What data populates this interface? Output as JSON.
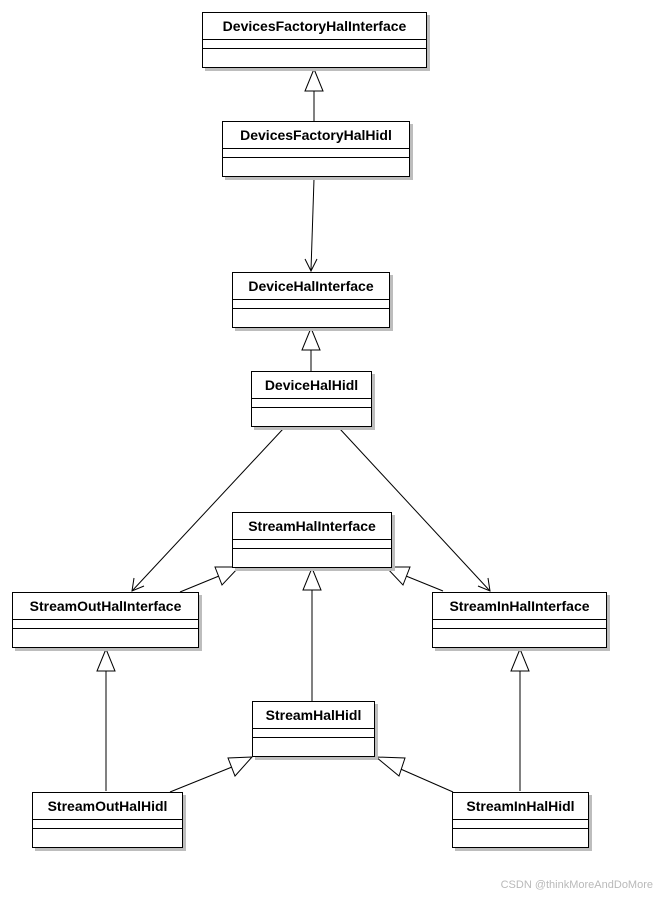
{
  "classes": {
    "devicesFactoryHalInterface": "DevicesFactoryHalInterface",
    "devicesFactoryHalHidl": "DevicesFactoryHalHidl",
    "deviceHalInterface": "DeviceHalInterface",
    "deviceHalHidl": "DeviceHalHidl",
    "streamHalInterface": "StreamHalInterface",
    "streamOutHalInterface": "StreamOutHalInterface",
    "streamInHalInterface": "StreamInHalInterface",
    "streamHalHidl": "StreamHalHidl",
    "streamOutHalHidl": "StreamOutHalHidl",
    "streamInHalHidl": "StreamInHalHidl"
  },
  "watermark": "CSDN @thinkMoreAndDoMore"
}
